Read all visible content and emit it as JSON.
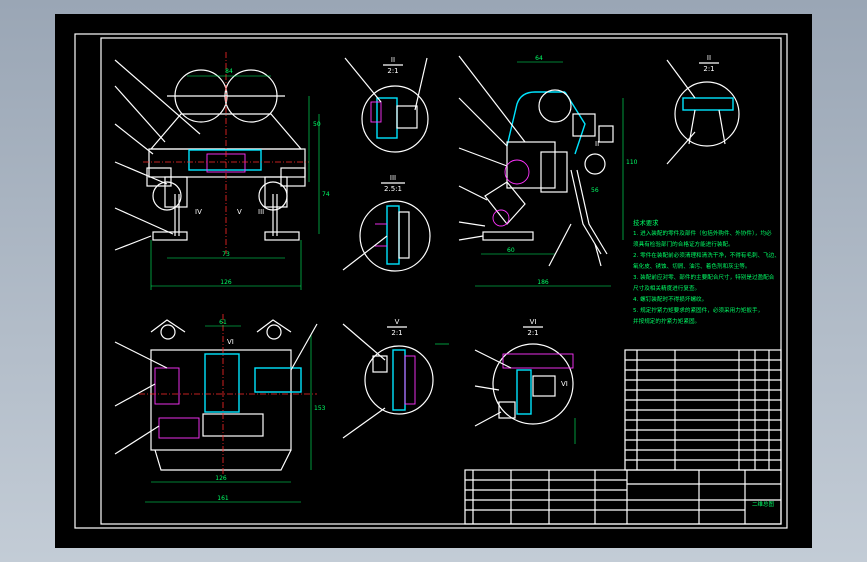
{
  "detail_labels": {
    "II": {
      "name": "II",
      "scale": "2:1"
    },
    "III": {
      "name": "III",
      "scale": "2.5:1"
    },
    "IV": {
      "name": "IV",
      "scale": "2:1"
    },
    "V": {
      "name": "V",
      "scale": "2:1"
    },
    "VI": {
      "name": "VI",
      "scale": "2:1"
    }
  },
  "view_markers": [
    "IV",
    "V",
    "III",
    "II",
    "VI",
    "VI"
  ],
  "dimensions": {
    "front_top": "84",
    "front_height": "50",
    "front_mid": "74",
    "front_bottom": "73",
    "front_overall": "126",
    "plan_top": "61",
    "plan_width": "126",
    "plan_overall": "161",
    "plan_height": "153",
    "side_top": "64",
    "side_bottom": "60",
    "side_height": "110",
    "side_total": "186",
    "side_angle": "56"
  },
  "notes_title": "技术要求",
  "notes_lines": [
    "1. 进入装配的零件及部件（包括外购件、外协件），均必",
    "须具有检验部门的合格证方能进行装配。",
    "2. 零件在装配前必须清理和清洗干净，不得有毛刺、飞边、",
    "氧化皮、锈蚀、切屑、油污、着色剂和灰尘等。",
    "3. 装配前应对零、部件的主要配合尺寸，特别是过盈配合",
    "尺寸及相关精度进行复查。",
    "4. 螺钉装配时不得损坏螺纹。",
    "5. 规定拧紧力矩要求的紧固件，必须采用力矩扳手，",
    "并按规定的拧紧力矩紧固。"
  ],
  "title_block": {
    "drawing_name": "二维总图"
  }
}
